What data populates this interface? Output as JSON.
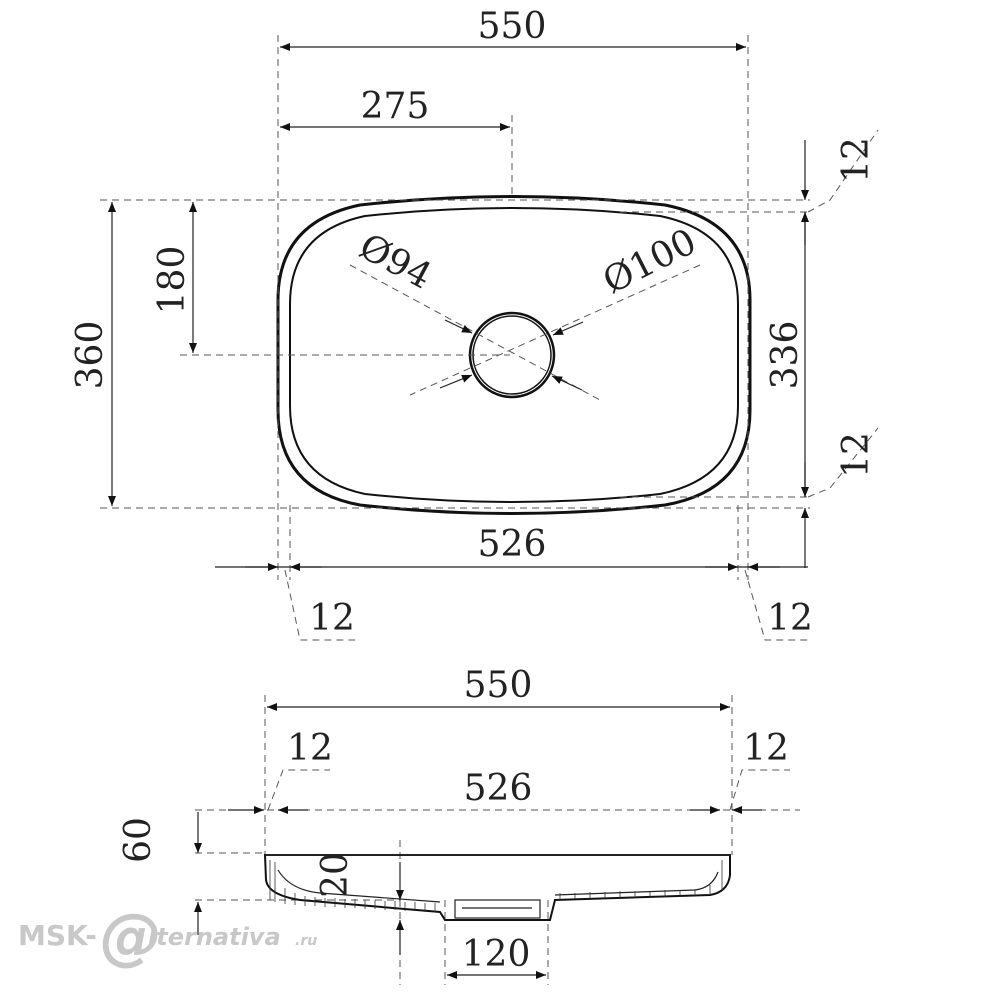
{
  "top_view": {
    "width_overall": "550",
    "width_half": "275",
    "height_overall": "360",
    "height_half": "180",
    "inner_height": "336",
    "rim_top": "12",
    "rim_bottom": "12",
    "inner_width": "526",
    "rim_left": "12",
    "rim_right": "12",
    "drain_inner_diameter": "Ø94",
    "drain_outer_diameter": "Ø100"
  },
  "side_view": {
    "width_overall": "550",
    "rim_left": "12",
    "rim_right": "12",
    "inner_width": "526",
    "height": "60",
    "bottom_thickness": "20",
    "drain_width": "120"
  },
  "watermark": {
    "prefix": "MSK-",
    "at": "@",
    "suffix": "lternativa",
    "domain": ".ru"
  }
}
